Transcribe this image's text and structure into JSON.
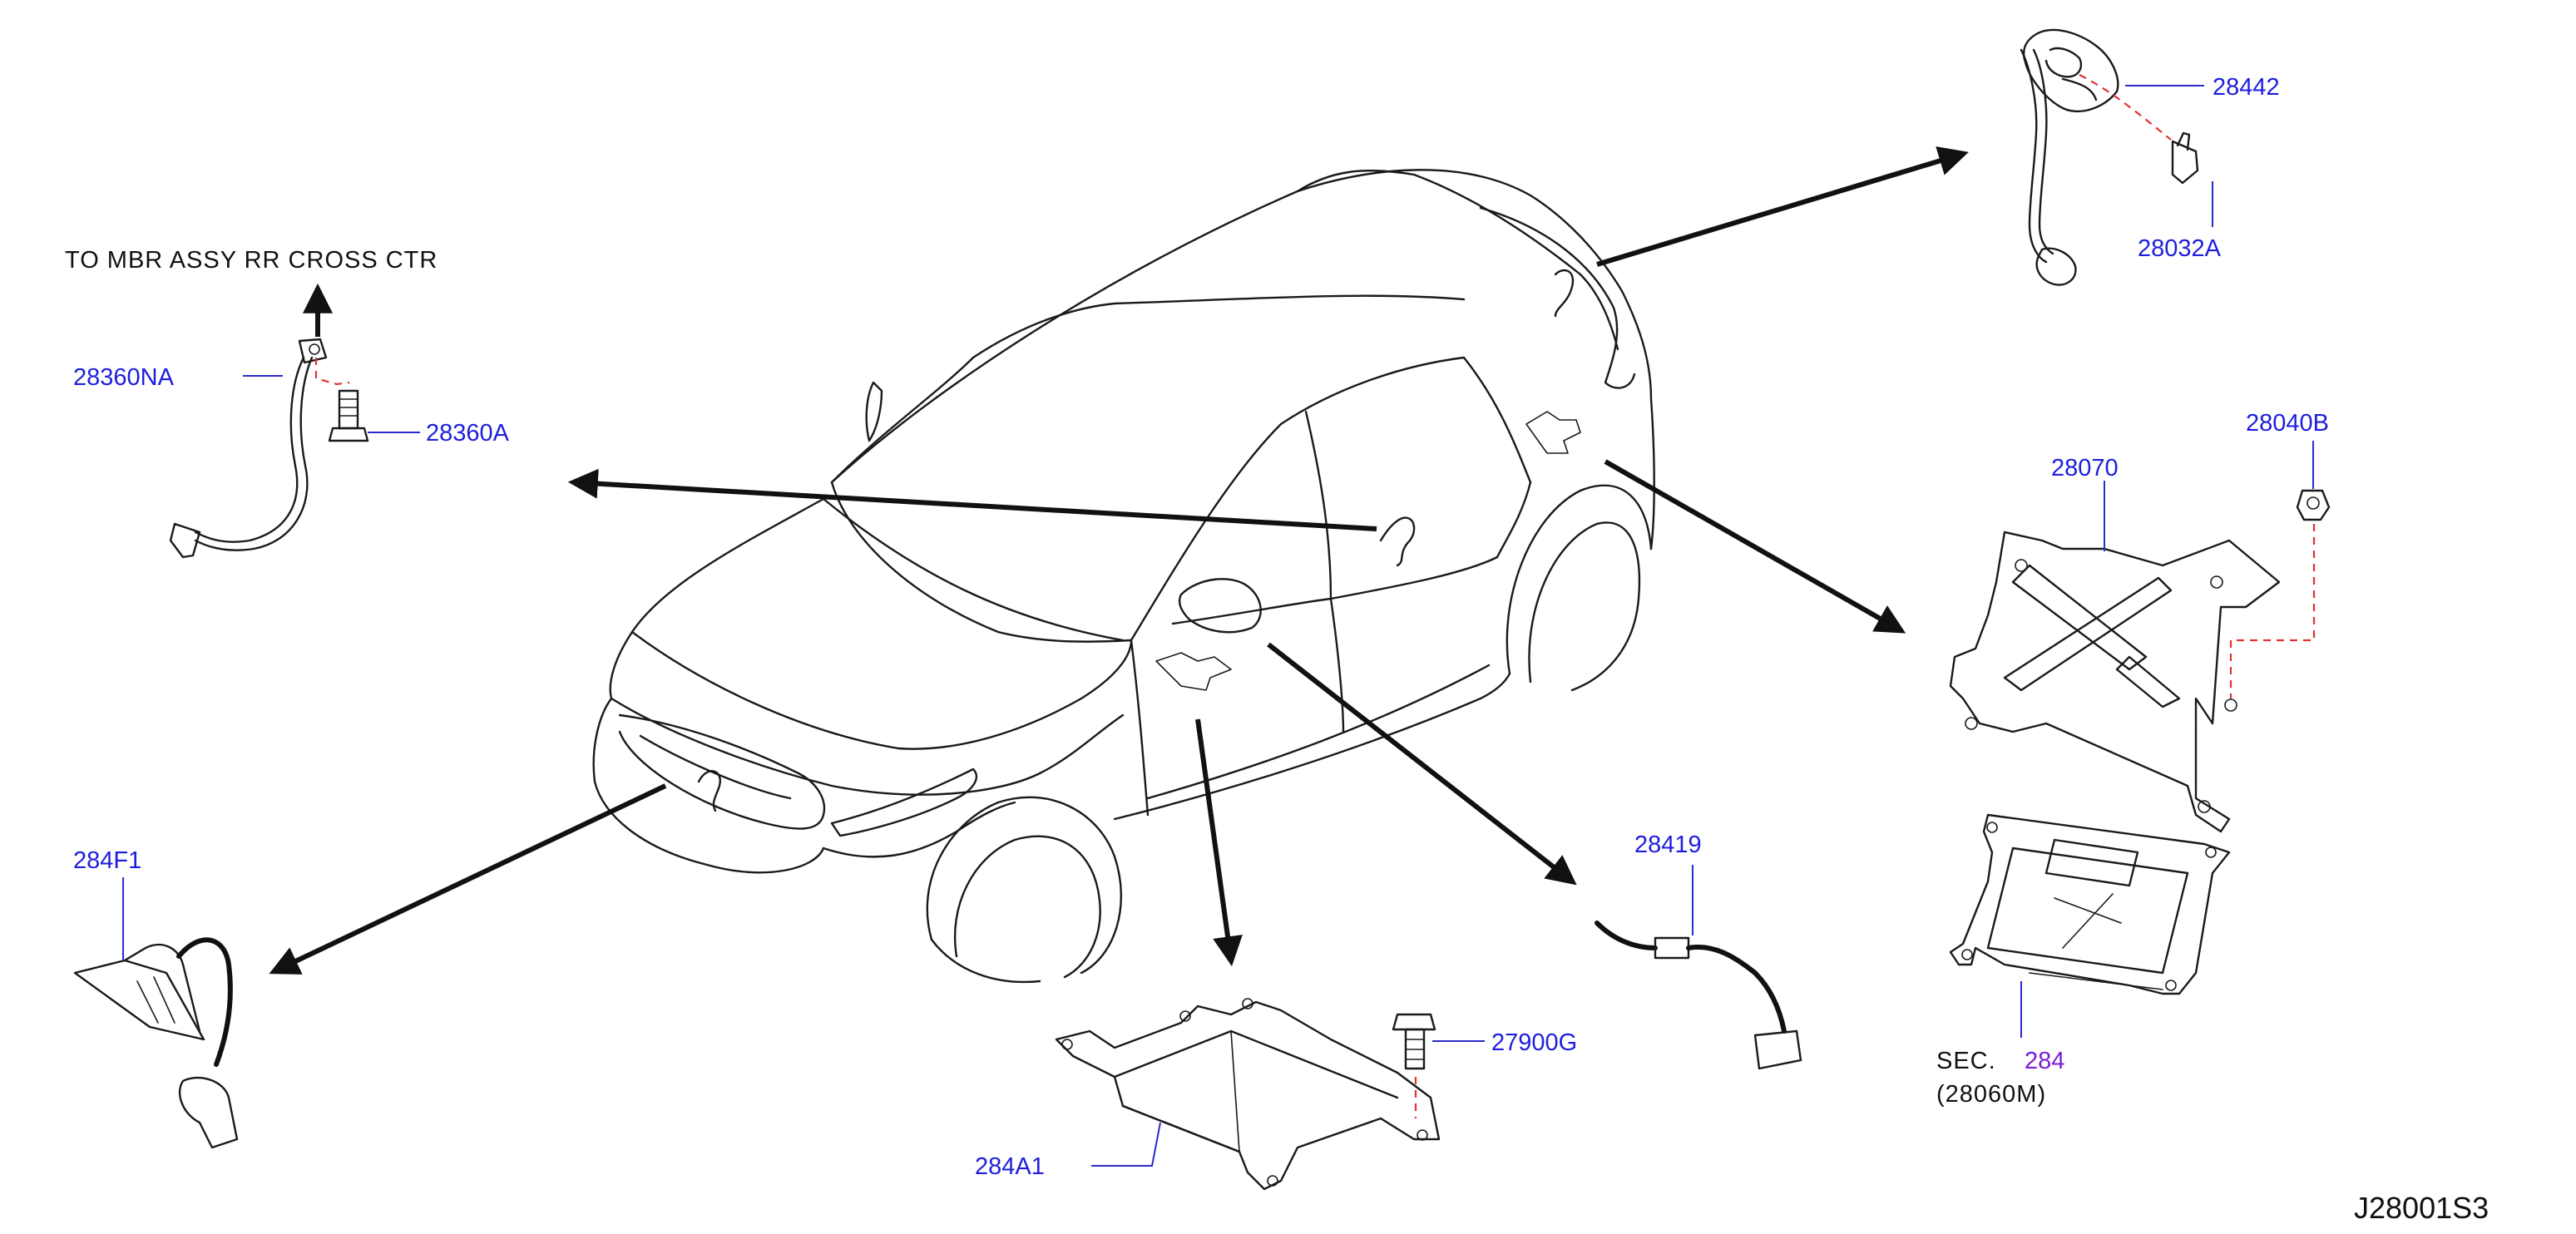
{
  "colors": {
    "part_label": "#1e1ede",
    "section_label": "#7a1ed6",
    "text": "#111111",
    "guide_dash": "#e23232"
  },
  "labels": {
    "to_mbr": "TO MBR ASSY RR CROSS CTR",
    "p28360NA": "28360NA",
    "p28360A": "28360A",
    "p28442": "28442",
    "p28032A": "28032A",
    "p28070": "28070",
    "p28040B": "28040B",
    "p284F1": "284F1",
    "p28419": "28419",
    "p27900G": "27900G",
    "p284A1": "284A1",
    "sec_prefix": "SEC.",
    "sec_number": "284",
    "sec_ref": "(28060M)",
    "diagram_code": "J28001S3"
  }
}
